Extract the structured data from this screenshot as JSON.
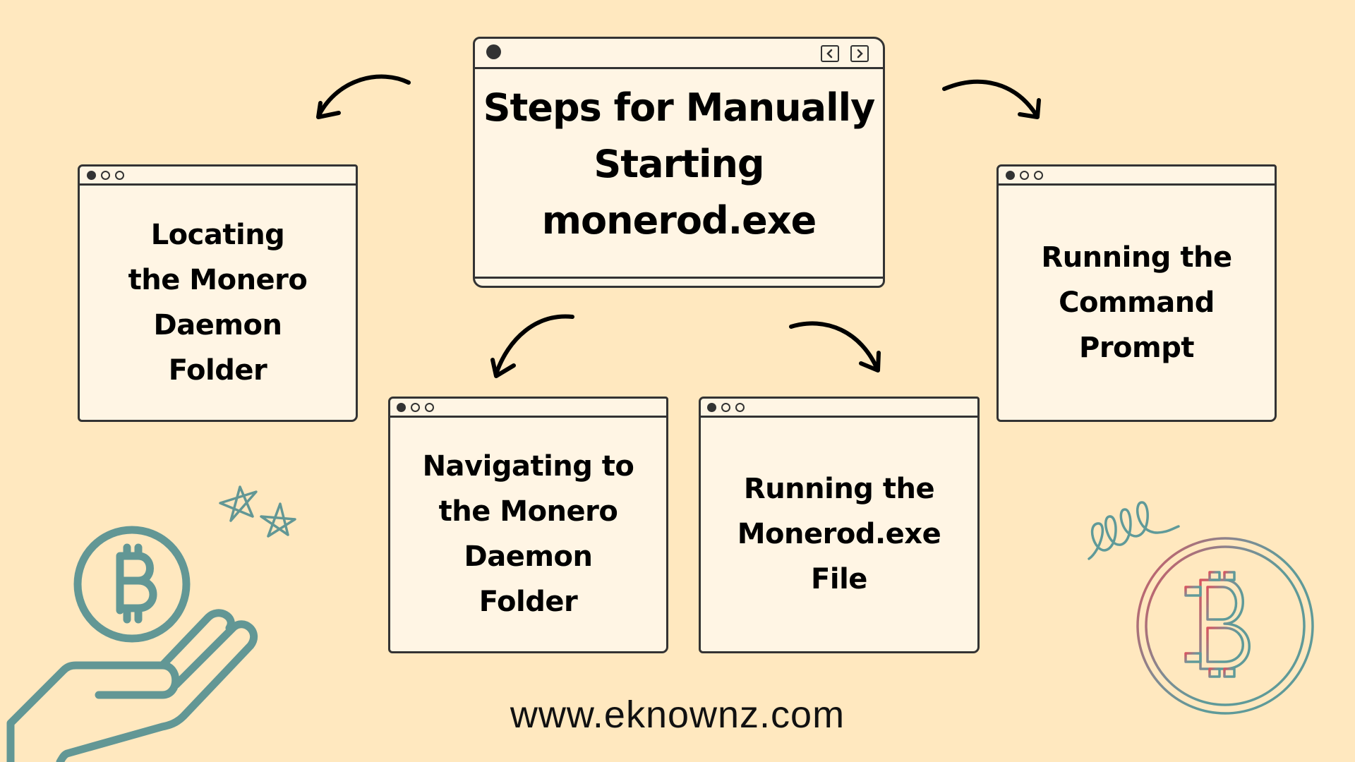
{
  "main": {
    "title_lines": [
      "Steps for Manually",
      "Starting",
      "monerod.exe"
    ],
    "nav": {
      "prev_icon": "chevron-left-icon",
      "next_icon": "chevron-right-icon"
    }
  },
  "steps": [
    {
      "lines": [
        "Locating",
        "the Monero",
        "Daemon",
        "Folder"
      ]
    },
    {
      "lines": [
        "Navigating to",
        "the Monero",
        "Daemon",
        "Folder"
      ]
    },
    {
      "lines": [
        "Running the",
        "Monerod.exe",
        "File"
      ]
    },
    {
      "lines": [
        "Running the",
        "Command",
        "Prompt"
      ]
    }
  ],
  "footer": {
    "url": "www.eknownz.com"
  },
  "colors": {
    "background": "#ffe8bf",
    "card_fill": "#fff5e4",
    "outline": "#333333",
    "accent_teal": "#629795",
    "accent_red": "#d9545f"
  },
  "decorations": {
    "left": [
      "bitcoin-in-hand-icon",
      "stars-icon"
    ],
    "right": [
      "squiggle-icon",
      "bitcoin-coin-icon"
    ]
  }
}
